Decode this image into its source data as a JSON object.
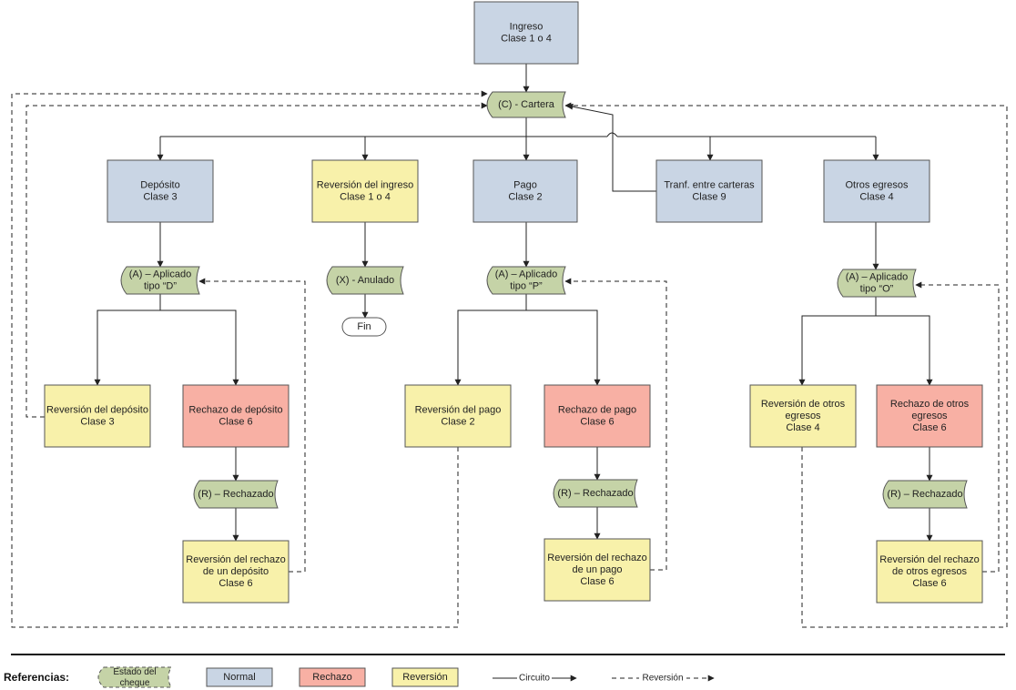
{
  "colors": {
    "normal": "#c9d5e4",
    "rechazo": "#f8b0a4",
    "reversion": "#f8f1aa",
    "estado": "#c5d3a7",
    "stroke": "#555555",
    "line": "#222222",
    "text": "#222222"
  },
  "nodes": [
    {
      "id": "ingreso",
      "kind": "normal",
      "lines": [
        "Ingreso",
        "Clase 1 o 4"
      ]
    },
    {
      "id": "cartera",
      "kind": "estado",
      "lines": [
        "(C) - Cartera"
      ]
    },
    {
      "id": "deposito",
      "kind": "normal",
      "lines": [
        "Depósito",
        "Clase 3"
      ]
    },
    {
      "id": "rev_ingreso",
      "kind": "reversion",
      "lines": [
        "Reversión del ingreso",
        "Clase 1 o 4"
      ]
    },
    {
      "id": "pago",
      "kind": "normal",
      "lines": [
        "Pago",
        "Clase 2"
      ]
    },
    {
      "id": "tranf",
      "kind": "normal",
      "lines": [
        "Tranf. entre carteras",
        "Clase 9"
      ]
    },
    {
      "id": "otros",
      "kind": "normal",
      "lines": [
        "Otros egresos",
        "Clase 4"
      ]
    },
    {
      "id": "aplicado_d",
      "kind": "estado",
      "lines": [
        "(A) – Aplicado",
        "tipo “D”"
      ]
    },
    {
      "id": "anulado",
      "kind": "estado",
      "lines": [
        "(X) - Anulado"
      ]
    },
    {
      "id": "fin",
      "kind": "terminal",
      "lines": [
        "Fin"
      ]
    },
    {
      "id": "aplicado_p",
      "kind": "estado",
      "lines": [
        "(A) – Aplicado",
        "tipo “P”"
      ]
    },
    {
      "id": "aplicado_o",
      "kind": "estado",
      "lines": [
        "(A) – Aplicado",
        "tipo “O”"
      ]
    },
    {
      "id": "rev_deposito",
      "kind": "reversion",
      "lines": [
        "Reversión del depósito",
        "Clase 3"
      ]
    },
    {
      "id": "rech_deposito",
      "kind": "rechazo",
      "lines": [
        "Rechazo de depósito",
        "Clase 6"
      ]
    },
    {
      "id": "rev_pago",
      "kind": "reversion",
      "lines": [
        "Reversión del pago",
        "Clase 2"
      ]
    },
    {
      "id": "rech_pago",
      "kind": "rechazo",
      "lines": [
        "Rechazo de pago",
        "Clase 6"
      ]
    },
    {
      "id": "rev_otros",
      "kind": "reversion",
      "lines": [
        "Reversión de otros",
        "egresos",
        "Clase 4"
      ]
    },
    {
      "id": "rech_otros",
      "kind": "rechazo",
      "lines": [
        "Rechazo de otros",
        "egresos",
        "Clase 6"
      ]
    },
    {
      "id": "rechazado_d",
      "kind": "estado",
      "lines": [
        "(R) – Rechazado"
      ]
    },
    {
      "id": "rechazado_p",
      "kind": "estado",
      "lines": [
        "(R) – Rechazado"
      ]
    },
    {
      "id": "rechazado_o",
      "kind": "estado",
      "lines": [
        "(R) – Rechazado"
      ]
    },
    {
      "id": "rev_rech_d",
      "kind": "reversion",
      "lines": [
        "Reversión del rechazo",
        "de un depósito",
        "Clase 6"
      ]
    },
    {
      "id": "rev_rech_p",
      "kind": "reversion",
      "lines": [
        "Reversión del rechazo",
        "de un pago",
        "Clase 6"
      ]
    },
    {
      "id": "rev_rech_o",
      "kind": "reversion",
      "lines": [
        "Reversión del rechazo",
        "de otros egresos",
        "Clase 6"
      ]
    }
  ],
  "legend": {
    "title": "Referencias:",
    "estado": "Estado del cheque",
    "normal": "Normal",
    "rechazo": "Rechazo",
    "reversion": "Reversión",
    "circuito": "Circuito",
    "reversion_line": "Reversión"
  }
}
